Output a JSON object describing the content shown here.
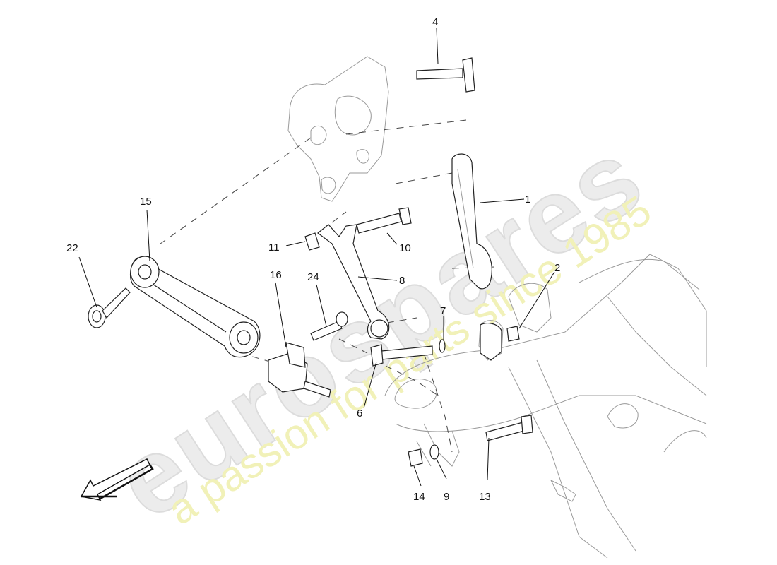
{
  "watermark": {
    "brand": "eurospares",
    "tagline": "a passion for parts since 1985"
  },
  "callouts": [
    {
      "id": "1",
      "label": "1"
    },
    {
      "id": "2",
      "label": "2"
    },
    {
      "id": "4",
      "label": "4"
    },
    {
      "id": "6",
      "label": "6"
    },
    {
      "id": "7",
      "label": "7"
    },
    {
      "id": "8",
      "label": "8"
    },
    {
      "id": "9",
      "label": "9"
    },
    {
      "id": "10",
      "label": "10"
    },
    {
      "id": "11",
      "label": "11"
    },
    {
      "id": "13",
      "label": "13"
    },
    {
      "id": "14",
      "label": "14"
    },
    {
      "id": "15",
      "label": "15"
    },
    {
      "id": "16",
      "label": "16"
    },
    {
      "id": "22",
      "label": "22"
    },
    {
      "id": "24",
      "label": "24"
    }
  ],
  "icons": {
    "direction_arrow": "arrow-down-left-icon"
  }
}
